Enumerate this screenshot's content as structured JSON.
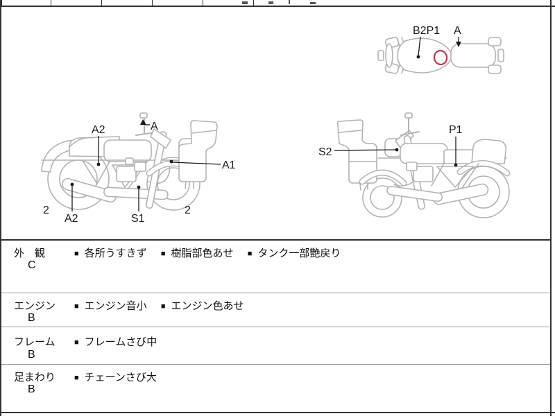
{
  "colors": {
    "sheet_border": "#333333",
    "row_separator": "#9a9a9a",
    "artwork_line": "#b3b3b3",
    "leader_line": "#1a1a1a",
    "damage_marker_red": "#c23347"
  },
  "diagrams": {
    "top_view": {
      "description": "motorcycle plan (top) view with damage marker circle",
      "labels": {
        "b2p1": "B2P1",
        "a": "A"
      }
    },
    "left_view": {
      "description": "motorcycle left-side view with exploded front cowl",
      "labels": {
        "a2_top": "A2",
        "a": "A",
        "a1": "A1",
        "two_left": "2",
        "a2_bottom": "A2",
        "s1": "S1",
        "two_right": "2"
      }
    },
    "right_view": {
      "description": "motorcycle right-side view with exploded front cowl",
      "labels": {
        "s2": "S2",
        "p1": "P1"
      }
    }
  },
  "condition_table": {
    "bullet": "■",
    "rows": [
      {
        "category": "外　観",
        "grade": "C",
        "items": [
          "各所うすきず",
          "樹脂部色あせ",
          "タンク一部艶戻り"
        ]
      },
      {
        "category": "エンジン",
        "grade": "B",
        "items": [
          "エンジン音小",
          "エンジン色あせ"
        ]
      },
      {
        "category": "フレーム",
        "grade": "B",
        "items": [
          "フレームさび中"
        ]
      },
      {
        "category": "足まわり",
        "grade": "B",
        "items": [
          "チェーンさび大"
        ]
      }
    ]
  }
}
